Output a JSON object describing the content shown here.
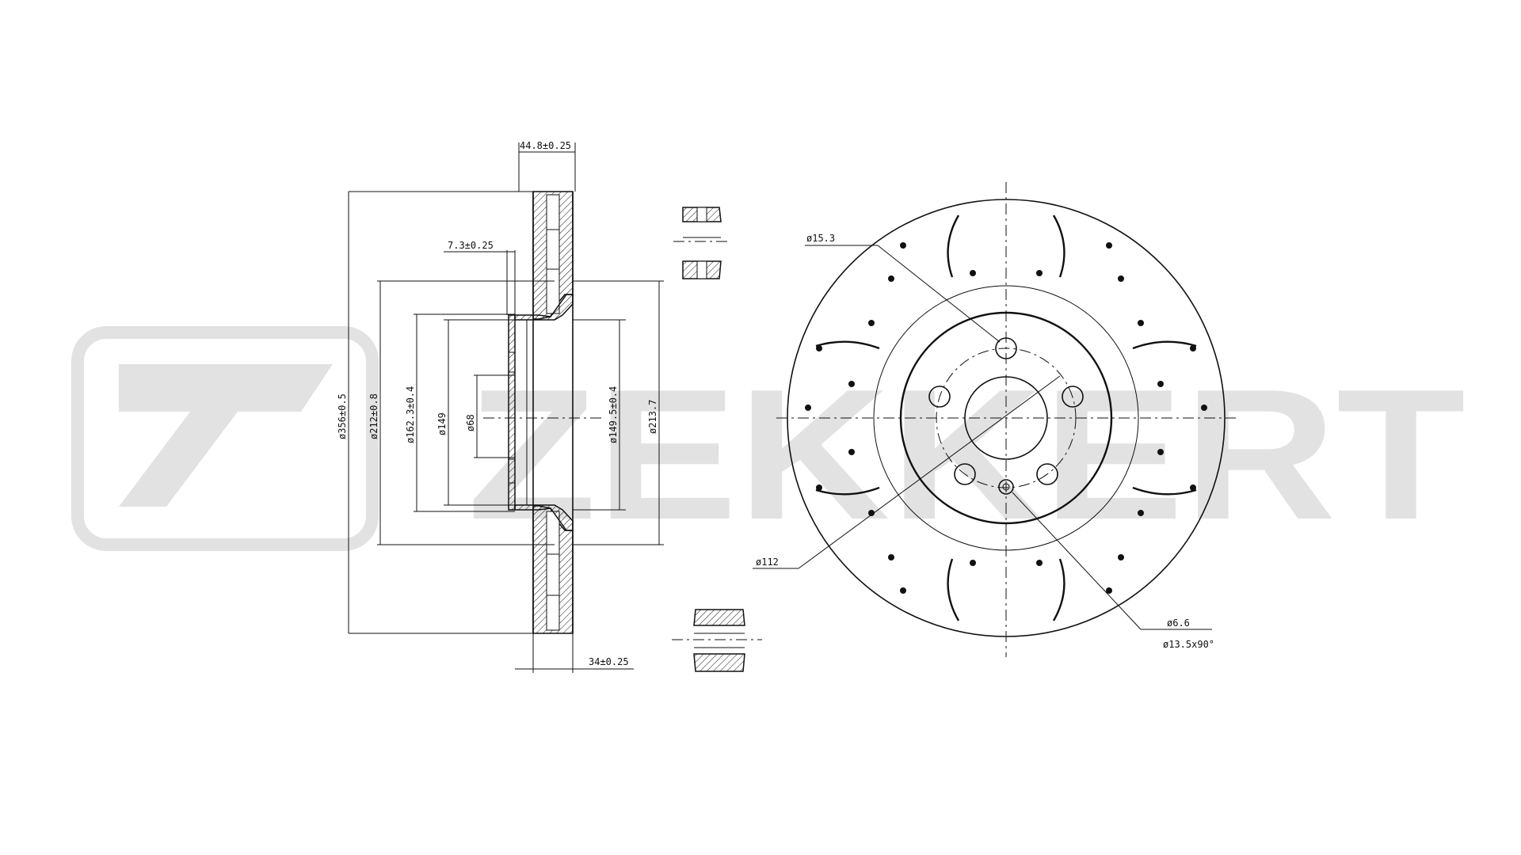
{
  "watermark": {
    "text": "ZEKKERT",
    "color": "#e2e2e2"
  },
  "side_view": {
    "dimensions": {
      "total_width": "44.8±0.25",
      "hat_thickness": "7.3±0.25",
      "disc_thickness": "34±0.25",
      "outer_diameter": "ø356±0.5",
      "diameter_212": "ø212±0.8",
      "diameter_162": "ø162.3±0.4",
      "diameter_149": "ø149",
      "diameter_68": "ø68",
      "diameter_149_5": "ø149.5±0.4",
      "diameter_213": "ø213.7"
    }
  },
  "front_view": {
    "labels": {
      "bolt_hole": "ø15.3",
      "pcd": "ø112",
      "small_hole": "ø6.6",
      "chamfer": "ø13.5x90°"
    }
  },
  "colors": {
    "ink": "#111111",
    "background": "#ffffff"
  }
}
